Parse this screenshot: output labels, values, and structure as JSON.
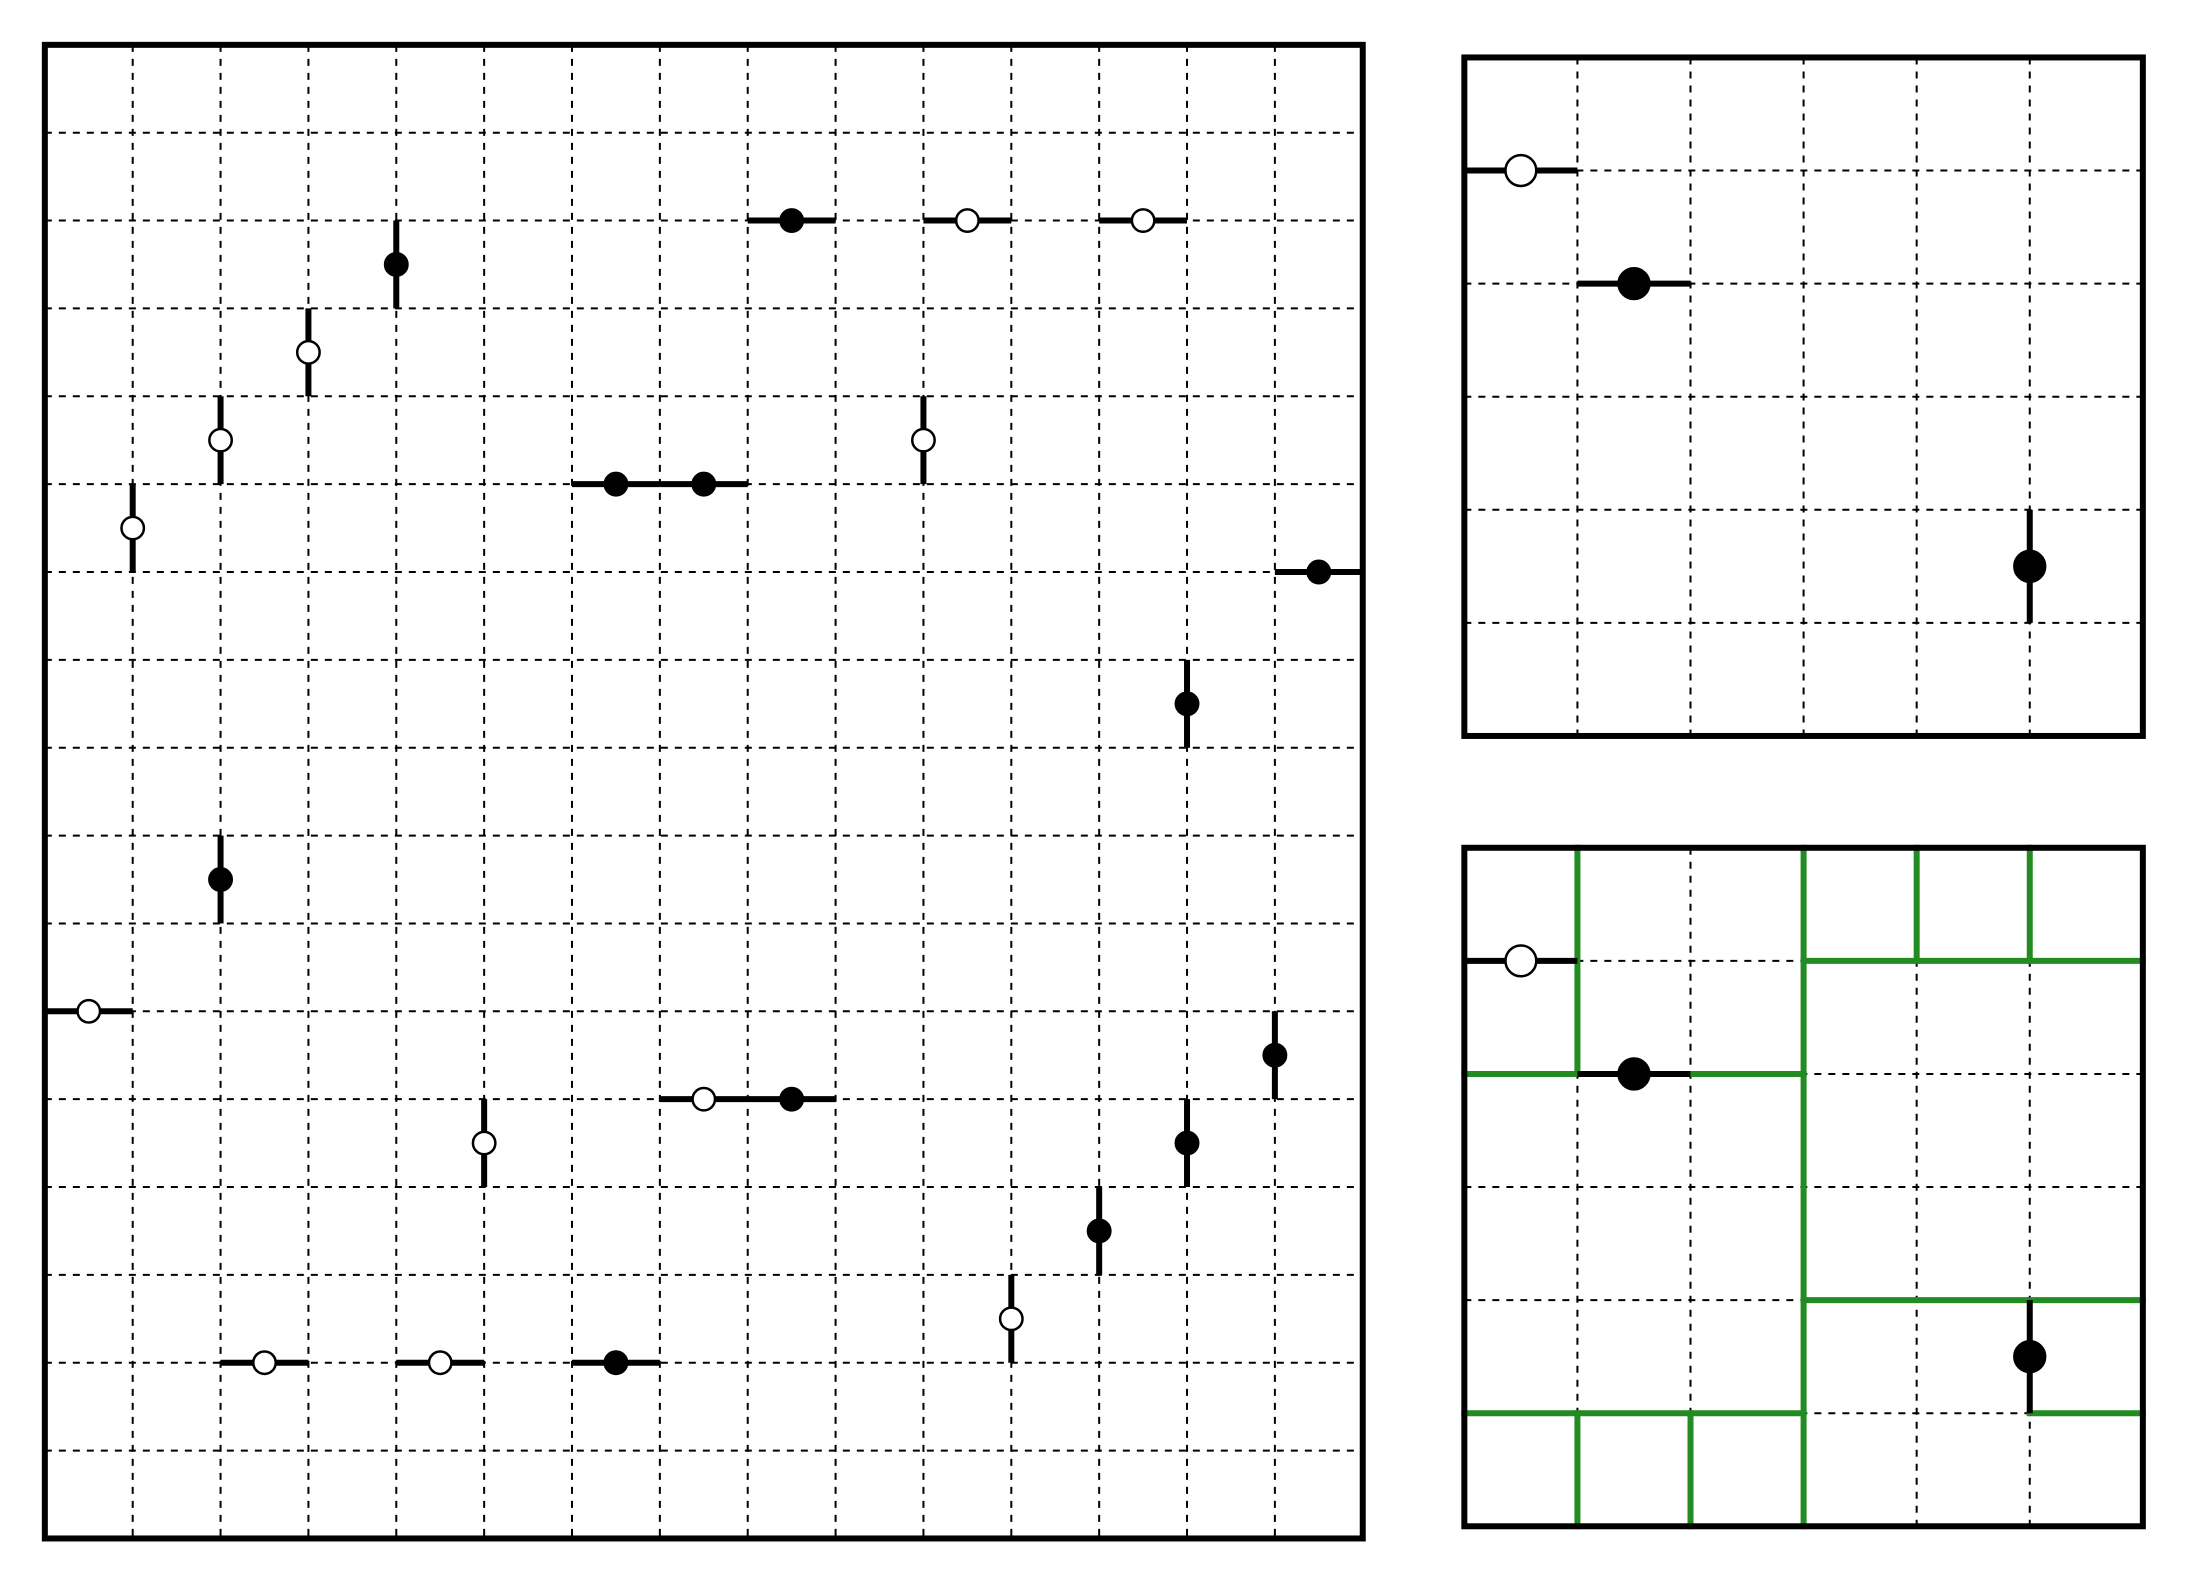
{
  "colors": {
    "background": "#ffffff",
    "ink": "#000000",
    "solution_wall": "#228b22"
  },
  "main_puzzle": {
    "cols": 15,
    "rows": 17,
    "clues": [
      {
        "col": 1,
        "row": 5.5,
        "dot": "white",
        "orientation": "vertical"
      },
      {
        "col": 2,
        "row": 4.5,
        "dot": "white",
        "orientation": "vertical"
      },
      {
        "col": 3,
        "row": 3.5,
        "dot": "white",
        "orientation": "vertical"
      },
      {
        "col": 4,
        "row": 2.5,
        "dot": "black",
        "orientation": "vertical"
      },
      {
        "col": 8.5,
        "row": 2,
        "dot": "black",
        "orientation": "horizontal"
      },
      {
        "col": 10.5,
        "row": 2,
        "dot": "white",
        "orientation": "horizontal"
      },
      {
        "col": 12.5,
        "row": 2,
        "dot": "white",
        "orientation": "horizontal"
      },
      {
        "col": 6.5,
        "row": 5,
        "dot": "black",
        "orientation": "horizontal"
      },
      {
        "col": 7.5,
        "row": 5,
        "dot": "black",
        "orientation": "horizontal"
      },
      {
        "col": 10,
        "row": 4.5,
        "dot": "white",
        "orientation": "vertical"
      },
      {
        "col": 14.5,
        "row": 6,
        "dot": "black",
        "orientation": "horizontal"
      },
      {
        "col": 13,
        "row": 7.5,
        "dot": "black",
        "orientation": "vertical"
      },
      {
        "col": 2,
        "row": 9.5,
        "dot": "black",
        "orientation": "vertical"
      },
      {
        "col": 0.5,
        "row": 11,
        "dot": "white",
        "orientation": "horizontal"
      },
      {
        "col": 14,
        "row": 11.5,
        "dot": "black",
        "orientation": "vertical"
      },
      {
        "col": 7.5,
        "row": 12,
        "dot": "white",
        "orientation": "horizontal"
      },
      {
        "col": 8.5,
        "row": 12,
        "dot": "black",
        "orientation": "horizontal"
      },
      {
        "col": 5,
        "row": 12.5,
        "dot": "white",
        "orientation": "vertical"
      },
      {
        "col": 13,
        "row": 12.5,
        "dot": "black",
        "orientation": "vertical"
      },
      {
        "col": 12,
        "row": 13.5,
        "dot": "black",
        "orientation": "vertical"
      },
      {
        "col": 11,
        "row": 14.5,
        "dot": "white",
        "orientation": "vertical"
      },
      {
        "col": 2.5,
        "row": 15,
        "dot": "white",
        "orientation": "horizontal"
      },
      {
        "col": 4.5,
        "row": 15,
        "dot": "white",
        "orientation": "horizontal"
      },
      {
        "col": 6.5,
        "row": 15,
        "dot": "black",
        "orientation": "horizontal"
      }
    ]
  },
  "example_puzzle": {
    "cols": 6,
    "rows": 6,
    "clues": [
      {
        "col": 0.5,
        "row": 1,
        "dot": "white",
        "orientation": "horizontal"
      },
      {
        "col": 1.5,
        "row": 2,
        "dot": "black",
        "orientation": "horizontal"
      },
      {
        "col": 5,
        "row": 4.5,
        "dot": "black",
        "orientation": "vertical"
      }
    ]
  },
  "example_solution": {
    "cols": 6,
    "rows": 6,
    "clues": [
      {
        "col": 0.5,
        "row": 1,
        "dot": "white",
        "orientation": "horizontal"
      },
      {
        "col": 1.5,
        "row": 2,
        "dot": "black",
        "orientation": "horizontal"
      },
      {
        "col": 5,
        "row": 4.5,
        "dot": "black",
        "orientation": "vertical"
      }
    ],
    "walls": [
      [
        1,
        0,
        1,
        2
      ],
      [
        0,
        2,
        3,
        2
      ],
      [
        3,
        0,
        3,
        6
      ],
      [
        3,
        1,
        6,
        1
      ],
      [
        4,
        0,
        4,
        1
      ],
      [
        5,
        0,
        5,
        1
      ],
      [
        3,
        4,
        6,
        4
      ],
      [
        0,
        5,
        3,
        5
      ],
      [
        1,
        5,
        1,
        6
      ],
      [
        2,
        5,
        2,
        6
      ],
      [
        5,
        5,
        6,
        5
      ]
    ]
  }
}
